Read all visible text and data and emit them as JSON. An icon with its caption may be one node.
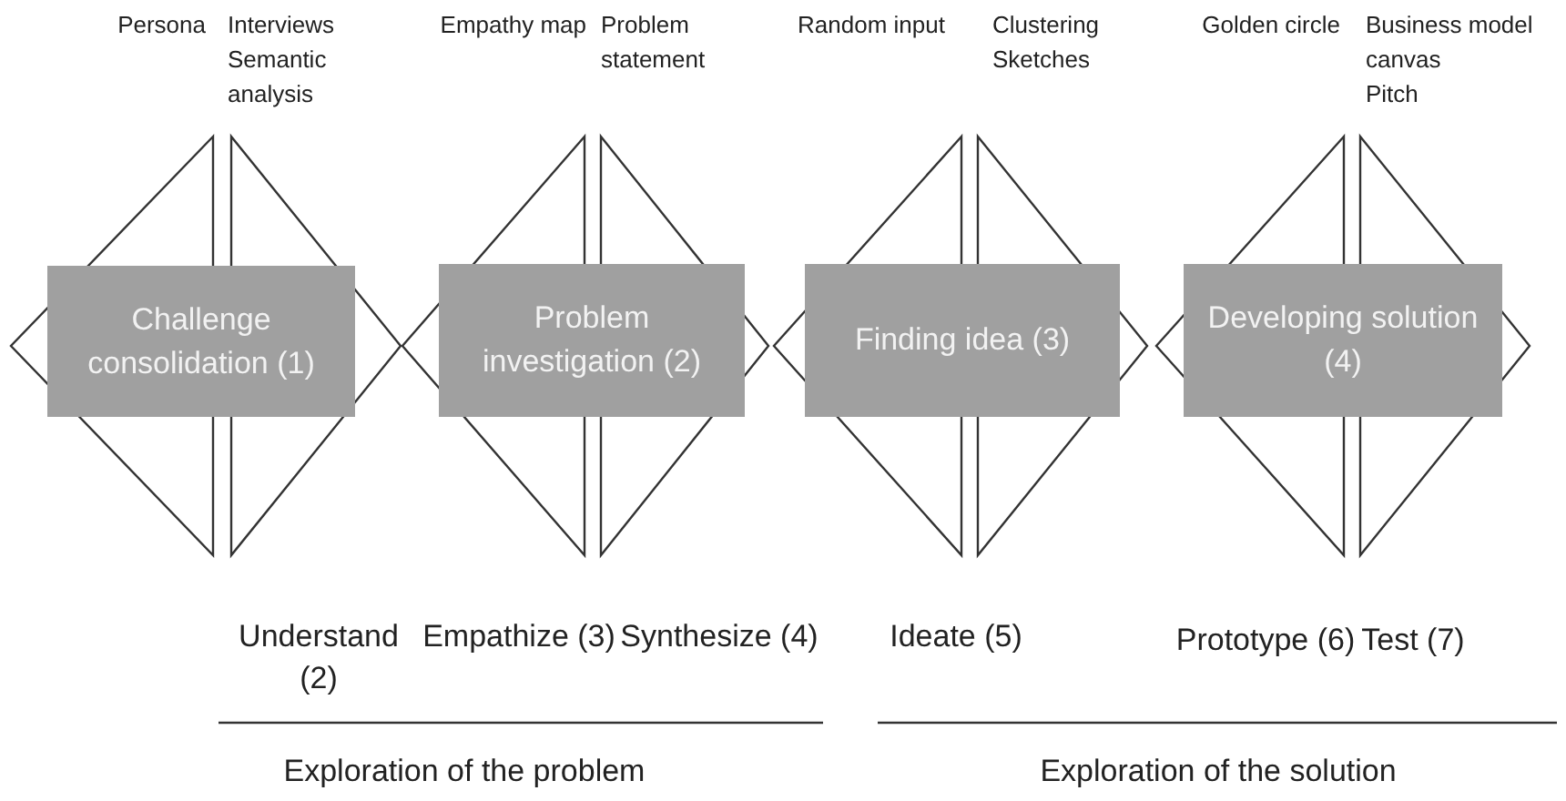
{
  "diagram": {
    "nodes": [
      {
        "text": [
          "Challenge consolidation (1)"
        ],
        "beside": [
          "Persona",
          "Interviews",
          "Semantic analysis"
        ]
      },
      {
        "text": [
          "Problem investigation (2)"
        ],
        "beside": [
          "Empathy map",
          "Problem statement"
        ]
      },
      {
        "text": [
          "Finding idea (3)"
        ],
        "beside": [
          "Random input",
          "Clustering",
          "Sketches"
        ]
      },
      {
        "text": [
          "Developing solution (4)"
        ],
        "beside": [
          "Golden circle",
          "Business model canvas",
          "Pitch"
        ]
      }
    ],
    "labels": [
      "Understand (2)",
      "Empathize (3)",
      "Synthesize (4)",
      "Ideate (5)",
      "Prototype (6)",
      "Test (7)",
      "Exploration of the problem",
      "Exploration of the solution"
    ]
  }
}
